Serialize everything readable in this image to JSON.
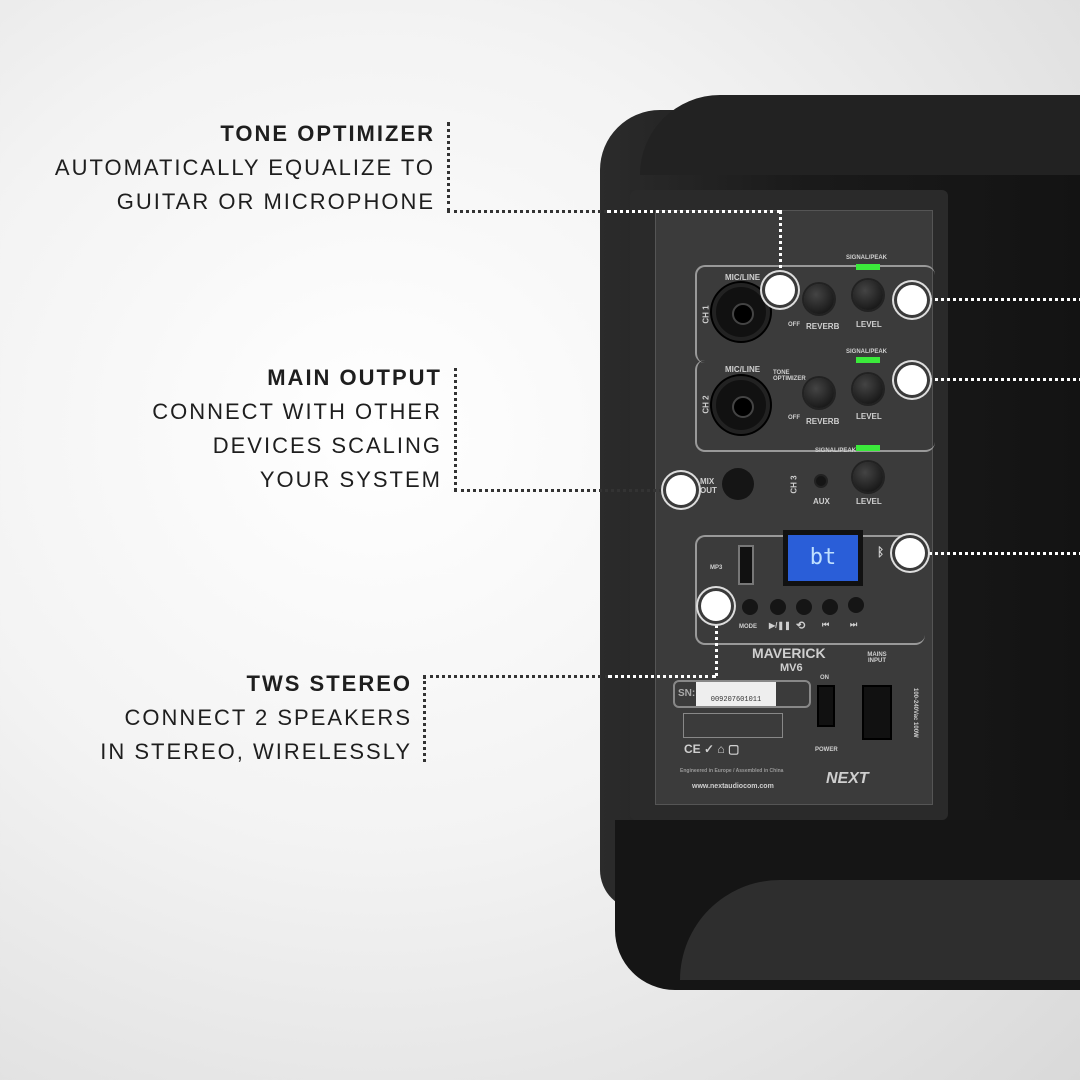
{
  "callouts": [
    {
      "title": "TONE OPTIMIZER",
      "lines": [
        "AUTOMATICALLY EQUALIZE TO",
        "GUITAR OR MICROPHONE"
      ]
    },
    {
      "title": "MAIN OUTPUT",
      "lines": [
        "CONNECT WITH OTHER",
        "DEVICES SCALING",
        "YOUR SYSTEM"
      ]
    },
    {
      "title": "TWS STEREO",
      "lines": [
        "CONNECT 2 SPEAKERS",
        "IN STEREO, WIRELESSLY"
      ]
    }
  ],
  "panel": {
    "ch1": "CH 1",
    "ch2": "CH 2",
    "ch3": "CH 3",
    "mic_line": "MIC/LINE",
    "signal_peak": "SIGNAL/PEAK",
    "reverb": "REVERB",
    "level": "LEVEL",
    "tone_optimizer": "TONE OPTIMIZER",
    "off": "OFF",
    "aux": "AUX",
    "mix_out": "MIX OUT",
    "lcd": "bt",
    "mp3": "MP3",
    "mode": "MODE",
    "play_pause": "▶/❚❚",
    "repeat": "⟲",
    "prev": "⏮",
    "next": "⏭",
    "brand": "MAVERICK",
    "model": "MV6",
    "sn_label": "SN:",
    "serial": "009207601011",
    "on": "ON",
    "power": "POWER",
    "mains_input": "MAINS INPUT",
    "rating": "100-240Vac 100W",
    "made": "Engineered in Europe / Assembled in China",
    "url": "www.nextaudiocom.com",
    "logo": "NEXT"
  },
  "colors": {
    "led": "#3bea3b",
    "lcd": "#2a5ed8"
  }
}
